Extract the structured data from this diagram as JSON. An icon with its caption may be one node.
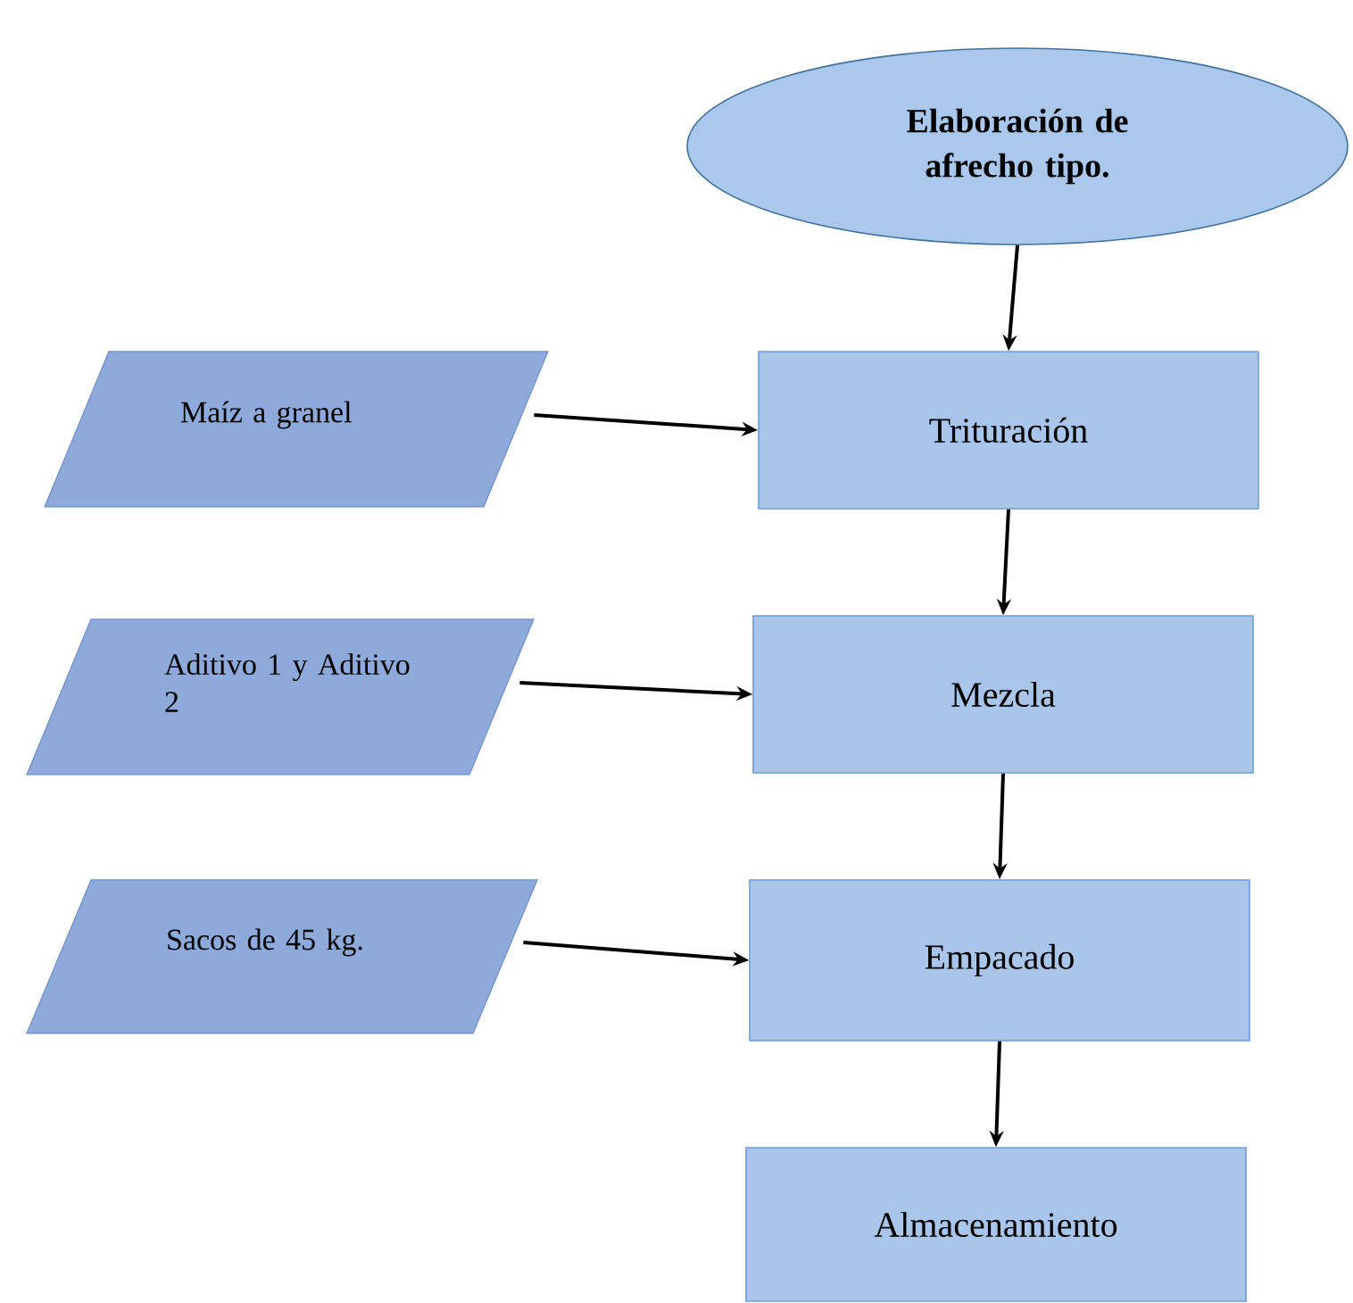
{
  "diagram": {
    "nodes": [
      {
        "text": [
          "Elaboración de afrecho tipo."
        ]
      },
      {
        "text": [
          "Maíz a granel"
        ]
      },
      {
        "text": [
          "Trituración"
        ]
      },
      {
        "text": [
          "Aditivo 1  y Aditivo 2"
        ]
      },
      {
        "text": [
          "Mezcla"
        ]
      },
      {
        "text": [
          "Sacos de 45 kg."
        ]
      },
      {
        "text": [
          "Empacado"
        ]
      },
      {
        "text": [
          "Almacenamiento"
        ]
      }
    ],
    "edges": [
      {
        "from": 0,
        "to": 2,
        "arrow": "to"
      },
      {
        "from": 1,
        "to": 2,
        "arrow": "to"
      },
      {
        "from": 2,
        "to": 4,
        "arrow": "to"
      },
      {
        "from": 3,
        "to": 4,
        "arrow": "to"
      },
      {
        "from": 4,
        "to": 6,
        "arrow": "to"
      },
      {
        "from": 5,
        "to": 6,
        "arrow": "to"
      },
      {
        "from": 6,
        "to": 7,
        "arrow": "to"
      }
    ]
  }
}
